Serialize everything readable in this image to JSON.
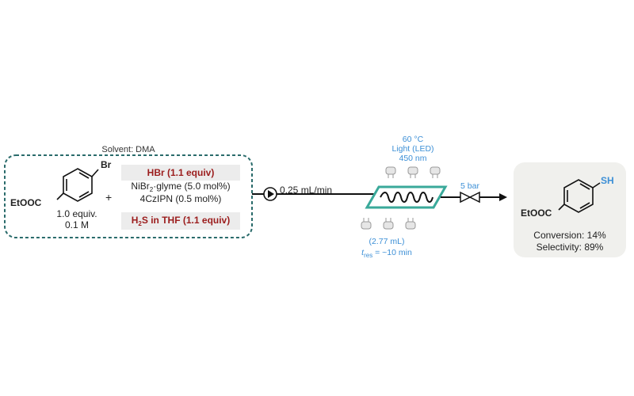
{
  "solvent_label": "Solvent: DMA",
  "reactant": {
    "substituent_left": "EtOOC",
    "substituent_right": "Br",
    "equiv": "1.0 equiv.",
    "conc": "0.1 M"
  },
  "plus": "+",
  "reagents": {
    "hbr": "HBr (1.1 equiv)",
    "catalyst_pre": "NiBr",
    "catalyst_sub": "2",
    "catalyst_post": "·glyme (5.0 mol%)",
    "photocat": "4CzIPN (0.5 mol%)",
    "h2s_pre": "H",
    "h2s_sub": "2",
    "h2s_post": "S in THF (1.1 equiv)"
  },
  "flow": {
    "rate": "0.25 mL/min",
    "temp": "60 °C",
    "light": "Light (LED)",
    "wavelength": "450 nm",
    "volume": "(2.77 mL)",
    "tres_symbol": "t",
    "tres_sub": "res",
    "tres_value": " = ~10 min",
    "pressure": "5 bar"
  },
  "product": {
    "substituent_left": "EtOOC",
    "substituent_right": "SH",
    "conversion": "Conversion: 14%",
    "selectivity": "Selectivity: 89%"
  },
  "colors": {
    "teal": "#2a6b6b",
    "reactor_fill": "#3aa99a",
    "blue": "#3c8fd6",
    "red": "#9b1c1c",
    "product_bg": "#f0f0ed"
  }
}
